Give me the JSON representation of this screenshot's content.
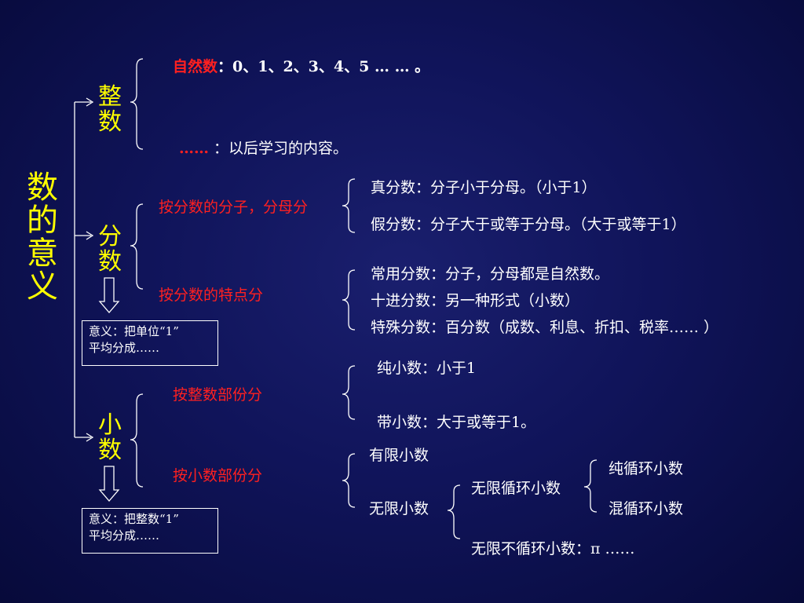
{
  "root": "数的意义",
  "integer": {
    "label": "整数",
    "natural_label": "自然数",
    "natural_rest": "：0、1、2、3、4、5 … … 。",
    "later_dots": "……",
    "later_rest": " ：以后学习的内容。"
  },
  "fraction": {
    "label": "分数",
    "by_numerator": "按分数的分子，分母分",
    "proper": "真分数：分子小于分母。（小于1）",
    "improper": "假分数：分子大于或等于分母。（大于或等于1）",
    "by_feature": "按分数的特点分",
    "common": "常用分数：分子，分母都是自然数。",
    "decimal_frac": "十进分数：另一种形式（小数）",
    "special": "特殊分数：百分数（成数、利息、折扣、税率…… ）",
    "meaning_line1": "意义：把单位“1”",
    "meaning_line2": "平均分成……"
  },
  "decimal": {
    "label": "小数",
    "by_integer_part": "按整数部份分",
    "pure": "纯小数：小于1",
    "mixed": "带小数：大于或等于1。",
    "by_decimal_part": "按小数部份分",
    "finite": "有限小数",
    "infinite": "无限小数",
    "repeating": "无限循环小数",
    "pure_repeating": "纯循环小数",
    "mixed_repeating": "混循环小数",
    "non_repeating": "无限不循环小数：π ……",
    "meaning_line1": "意义：把整数“1”",
    "meaning_line2": "平均分成……"
  },
  "colors": {
    "background": "#10145a",
    "accent_yellow": "#ffff00",
    "accent_red": "#ff2020",
    "text": "#ffffff"
  }
}
